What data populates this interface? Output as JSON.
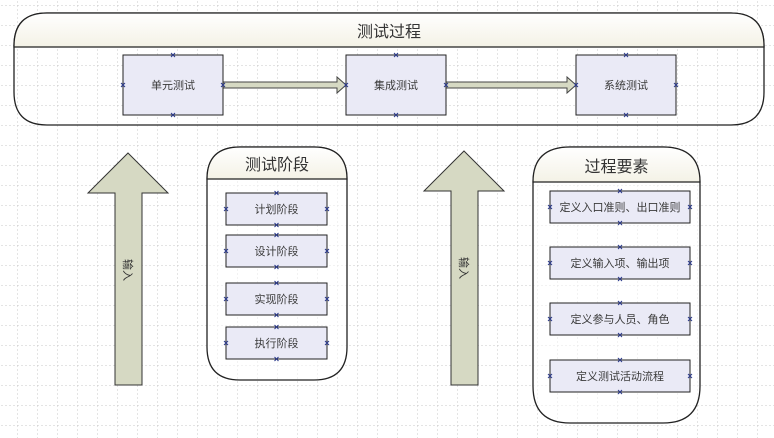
{
  "diagram": {
    "process": {
      "title": "测试过程",
      "steps": [
        "单元测试",
        "集成测试",
        "系统测试"
      ]
    },
    "left_arrow": {
      "label": "输入"
    },
    "right_arrow": {
      "label": "输入"
    },
    "stages_panel": {
      "title": "测试阶段",
      "items": [
        "计划阶段",
        "设计阶段",
        "实现阶段",
        "执行阶段"
      ]
    },
    "elements_panel": {
      "title": "过程要素",
      "items": [
        "定义入口准则、出口准则",
        "定义输入项、输出项",
        "定义参与人员、角色",
        "定义测试活动流程"
      ]
    },
    "colors": {
      "box_fill": "#eaeaf6",
      "arrow_fill": "#d6d9c3",
      "header_fill": "#fbfaf4",
      "grid": "#c8c8c8",
      "handle": "#2b3a8c"
    }
  }
}
